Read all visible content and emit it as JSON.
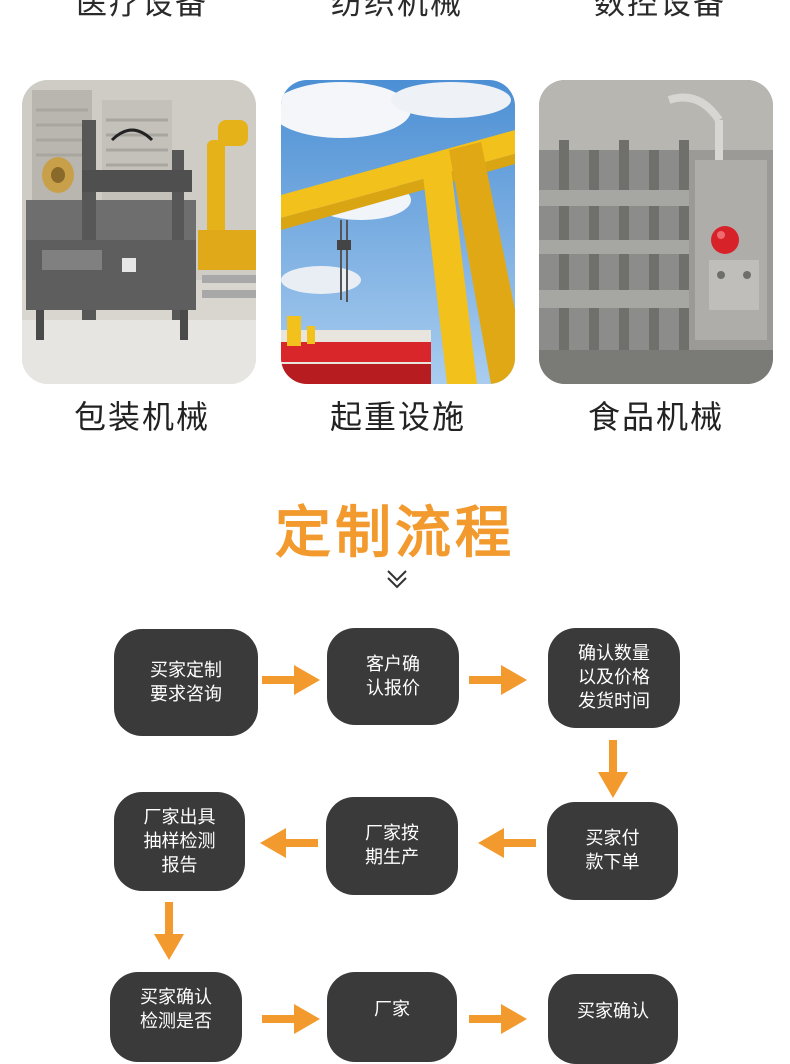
{
  "top_labels": [
    "医疗设备",
    "纺织机械",
    "数控设备"
  ],
  "captions": [
    "包装机械",
    "起重设施",
    "食品机械"
  ],
  "section_title": "定制流程",
  "accent_color": "#f29a2e",
  "step_bg_color": "#3a3a3a",
  "steps": [
    "买家定制\n要求咨询",
    "客户确\n认报价",
    "确认数量\n以及价格\n发货时间",
    "买家付\n款下单",
    "厂家按\n期生产",
    "厂家出具\n抽样检测\n报告",
    "买家确认\n检测是否",
    "厂家",
    "买家确认"
  ],
  "icons": {
    "chevron": "double-chevron-down-icon",
    "arrow": "arrow-icon"
  }
}
